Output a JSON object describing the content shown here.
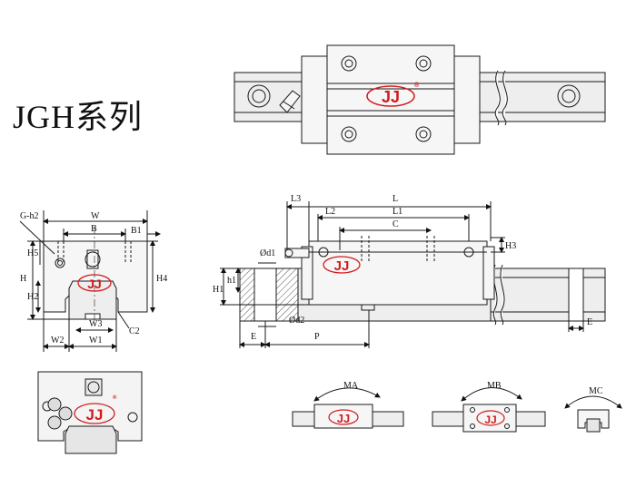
{
  "title": "JGH系列",
  "brand": {
    "logo_text": "JJ",
    "reg_mark": "®",
    "logo_color": "#d21c1c"
  },
  "front_view_labels": {
    "g_h2": "G-h2",
    "w": "W",
    "b": "B",
    "b1": "B1",
    "h": "H",
    "h5": "H5",
    "h2": "H2",
    "h4": "H4",
    "w3": "W3",
    "c2": "C2",
    "w2": "W2",
    "w1": "W1"
  },
  "side_view_labels": {
    "l3": "L3",
    "l": "L",
    "l2": "L2",
    "l1": "L1",
    "c": "C",
    "h3": "H3",
    "d1": "Ød1",
    "d2": "Ød2",
    "h1": "H1",
    "h1_small": "h1",
    "e": "E",
    "p": "P",
    "e_right": "E"
  },
  "moment_labels": {
    "ma": "MA",
    "mb": "MB",
    "mc": "MC"
  },
  "colors": {
    "line": "#1a1a1a",
    "rail_fill": "#eeeeee",
    "block_fill": "#f6f6f6",
    "hatch": "#555555"
  }
}
